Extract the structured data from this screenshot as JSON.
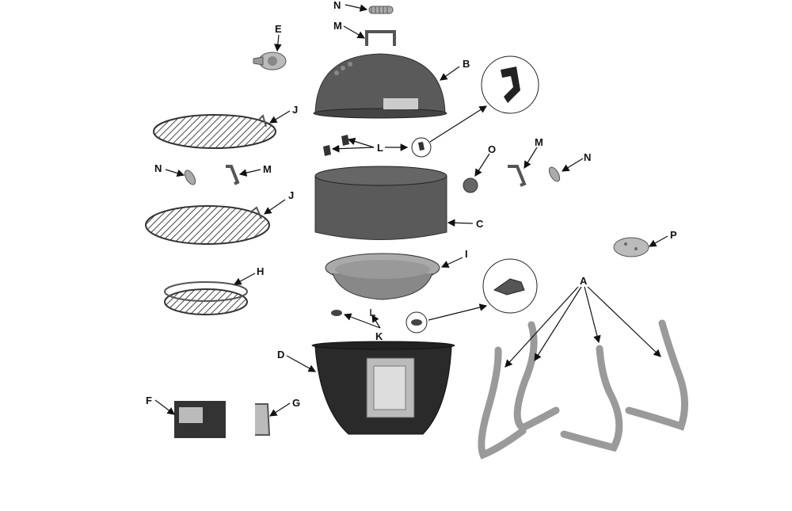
{
  "labels": {
    "a": "A",
    "b": "B",
    "c": "C",
    "d": "D",
    "e": "E",
    "f": "F",
    "g": "G",
    "h": "H",
    "i": "I",
    "j1": "J",
    "j2": "J",
    "k": "K",
    "l": "L",
    "m1": "M",
    "m2": "M",
    "m3": "M",
    "n1": "N",
    "n2": "N",
    "n3": "N",
    "o": "O",
    "p": "P"
  },
  "colors": {
    "body_dark": "#3d3d3d",
    "part_mid": "#5a5a5a",
    "metal_light": "#b8b8b8",
    "grate": "#444444",
    "leg": "#9a9a9a",
    "door": "#bdbdbd",
    "arrow": "#111111"
  }
}
